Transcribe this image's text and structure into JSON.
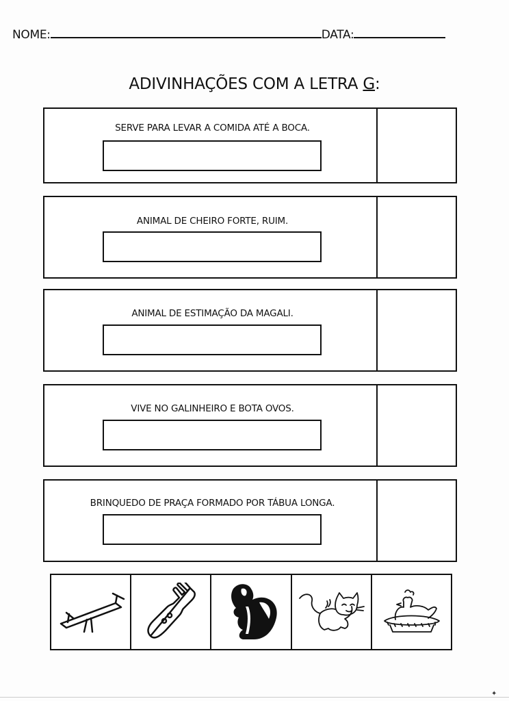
{
  "header": {
    "name_label": "NOME:",
    "date_label": "DATA:"
  },
  "title": {
    "text": "ADIVINHAÇÕES COM A LETRA ",
    "letter": "G",
    "suffix": ":"
  },
  "riddles": [
    {
      "question": "SERVE PARA LEVAR A COMIDA ATÉ A BOCA.",
      "answer": ""
    },
    {
      "question": "ANIMAL DE CHEIRO FORTE, RUIM.",
      "answer": ""
    },
    {
      "question": "ANIMAL DE ESTIMAÇÃO DA MAGALI.",
      "answer": ""
    },
    {
      "question": "VIVE NO GALINHEIRO E BOTA OVOS.",
      "answer": ""
    },
    {
      "question": "BRINQUEDO DE PRAÇA FORMADO POR TÁBUA LONGA.",
      "answer": ""
    }
  ],
  "pictures": [
    {
      "icon": "seesaw-icon"
    },
    {
      "icon": "fork-icon"
    },
    {
      "icon": "skunk-icon"
    },
    {
      "icon": "cat-icon"
    },
    {
      "icon": "hen-icon"
    }
  ]
}
